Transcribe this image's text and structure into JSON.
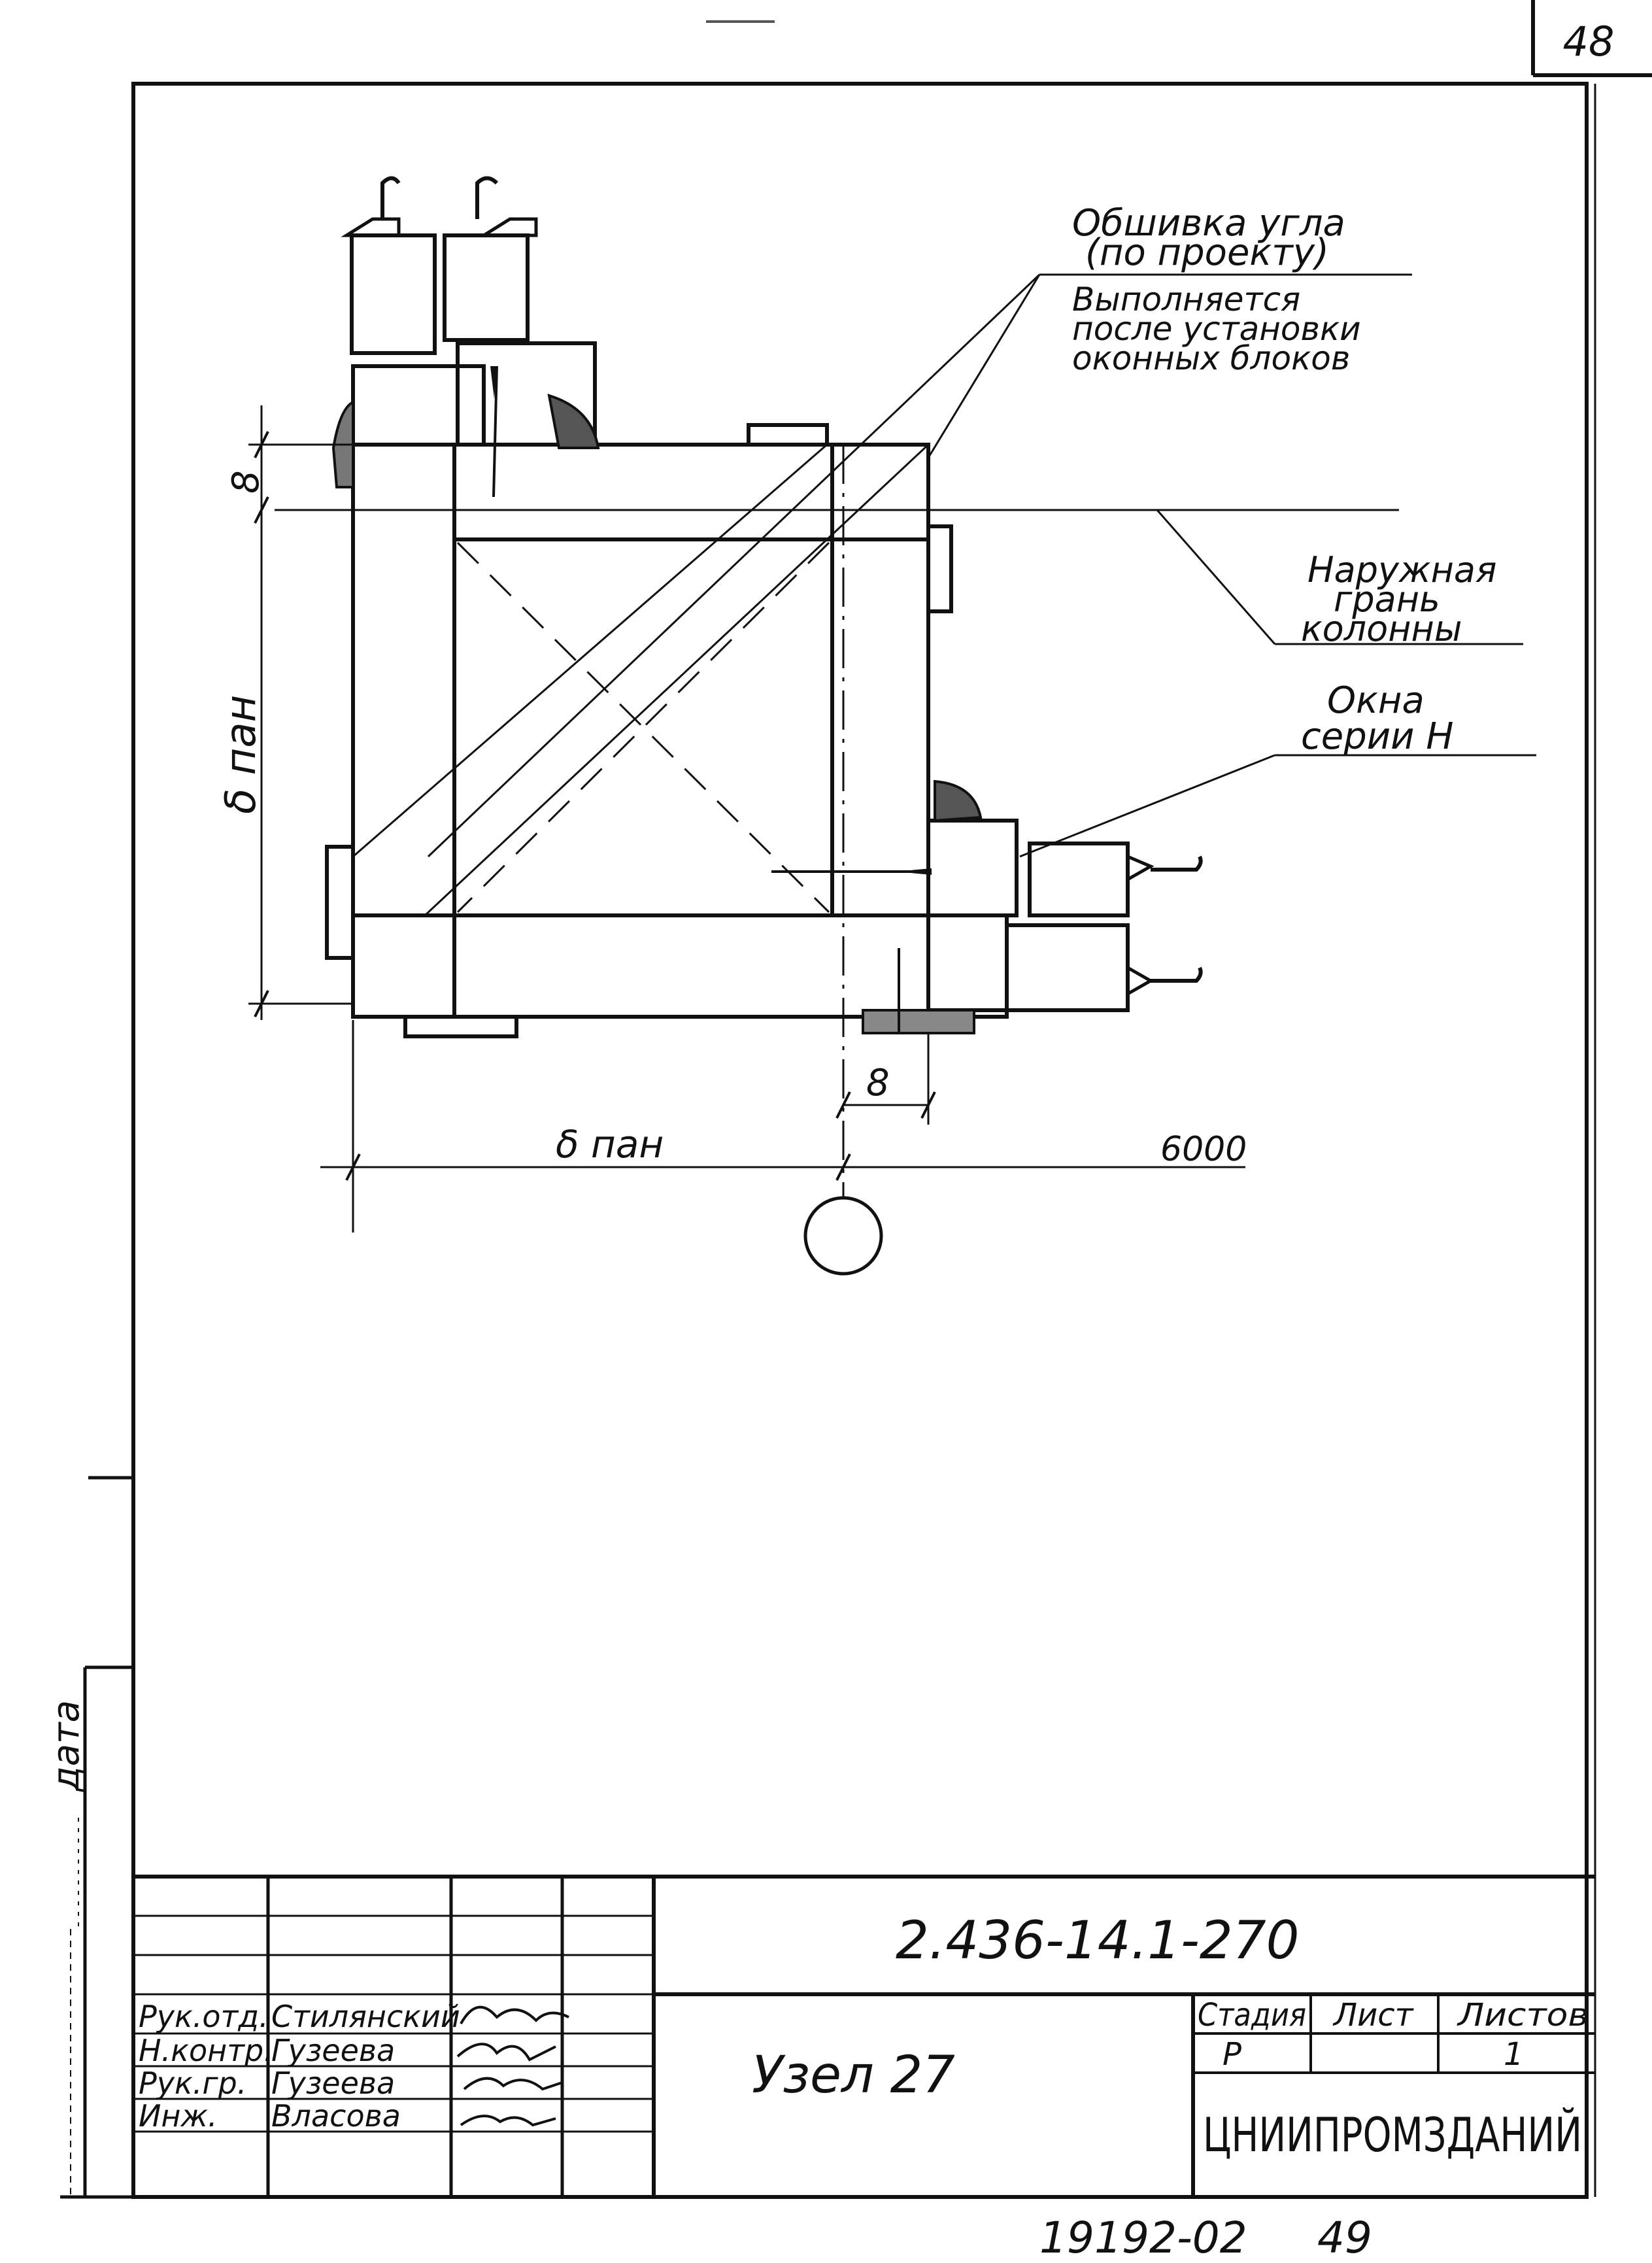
{
  "sheet": {
    "page_number": "48",
    "footer_code": "19192-02",
    "footer_page": "49",
    "side_stamp_label": "дата"
  },
  "drawing": {
    "callouts": {
      "cladding_line1": "Обшивка угла",
      "cladding_line2": "(по проекту)",
      "after_install_line1": "Выполняется",
      "after_install_line2": "после установки",
      "after_install_line3": "оконных блоков",
      "outer_face_line1": "Наружная",
      "outer_face_line2": "грань",
      "outer_face_line3": "колонны",
      "windows_line1": "Окна",
      "windows_line2": "серии Н"
    },
    "dimensions": {
      "top_gap": "8",
      "right_gap": "8",
      "vertical_panel": "δ пан",
      "horizontal_panel": "δ пан",
      "grid_spacing": "6000"
    }
  },
  "title_block": {
    "doc_code": "2.436-14.1-270",
    "sheet_title": "Узел 27",
    "org_name": "ЦНИИПРОМЗДАНИЙ",
    "stage_header": "Стадия",
    "sheet_header": "Лист",
    "sheets_header": "Листов",
    "stage_value": "Р",
    "sheets_value": "1",
    "signatures": [
      {
        "role": "Рук.отд.",
        "name": "Стилянский"
      },
      {
        "role": "Н.контр.",
        "name": "Гузеева"
      },
      {
        "role": "Рук.гр.",
        "name": "Гузеева"
      },
      {
        "role": "Инж.",
        "name": "Власова"
      }
    ]
  }
}
